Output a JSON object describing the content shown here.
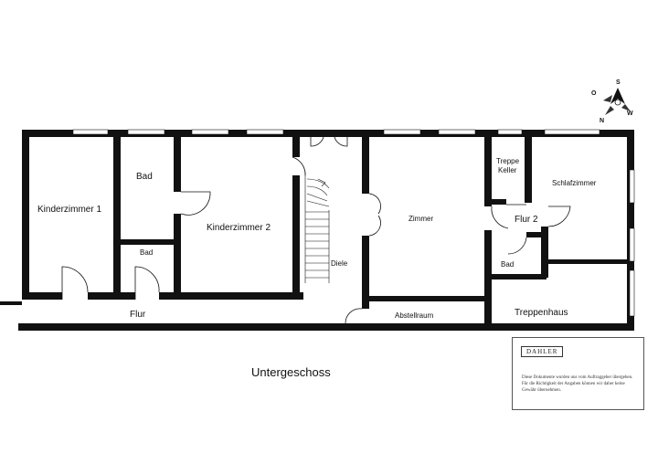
{
  "rooms": {
    "kinderzimmer1": "Kinderzimmer 1",
    "bad_top": "Bad",
    "bad_small": "Bad",
    "kinderzimmer2": "Kinderzimmer 2",
    "diele": "Diele",
    "zimmer": "Zimmer",
    "treppe_keller": "Treppe\nKeller",
    "flur2": "Flur 2",
    "schlafzimmer": "Schlafzimmer",
    "bad_right": "Bad",
    "treppenhaus": "Treppenhaus",
    "abstellraum": "Abstellraum",
    "flur": "Flur"
  },
  "floor_title": "Untergeschoss",
  "compass": {
    "s": "S",
    "o": "O",
    "w": "W",
    "n": "N"
  },
  "note": {
    "logo": "DAHLER",
    "text": "Diese Dokumente wurden uns vom Auftraggeber übergeben. Für die Richtigkeit der Angaben können wir daher keine Gewähr übernehmen."
  }
}
